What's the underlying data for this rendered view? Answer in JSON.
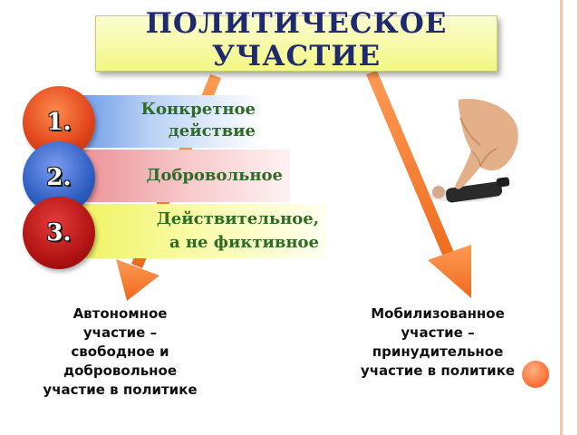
{
  "title": "ПОЛИТИЧЕСКОЕ\nУЧАСТИЕ",
  "items": [
    {
      "number": "1.",
      "label": "Конкретное\nдействие",
      "color": "#e0431a",
      "band_color": "#5e8fe6"
    },
    {
      "number": "2.",
      "label": "Добровольное",
      "color": "#2f5ec2",
      "band_color": "#e9898e"
    },
    {
      "number": "3.",
      "label": "Действительное,\nа не фиктивное",
      "color": "#b31414",
      "band_color": "#eef258"
    }
  ],
  "outcomes": {
    "left": "Автономное\nучастие –\nсвободное и\nдобровольное\nучастие в политике",
    "right": "Мобилизованное\nучастие –\nпринудительное\nучастие в политике"
  },
  "illustration_icon": "hand-pressing-figure-icon",
  "colors": {
    "title_text": "#1f2a6e",
    "arrow": "#f07a2e",
    "item_text": "#2f6b25"
  }
}
